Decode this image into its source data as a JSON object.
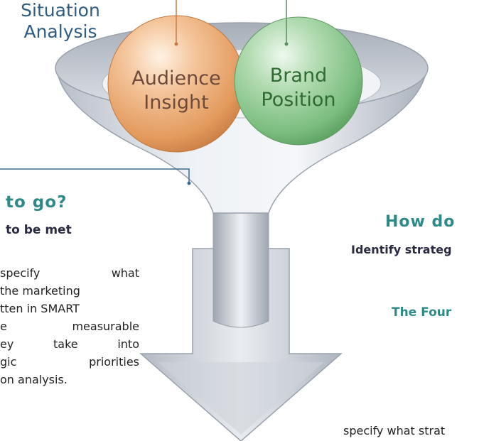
{
  "spheres": {
    "audience": {
      "line1": "Audience",
      "line2": "Insight",
      "color": "#e8a56f"
    },
    "brand": {
      "line1": "Brand",
      "line2": "Position",
      "color": "#7fbf83"
    }
  },
  "funnel": {
    "label_line1": "Situation",
    "label_line2": "Analysis",
    "color": "#c9cfd8"
  },
  "left_panel": {
    "heading": "to go?",
    "subheading": "to be met",
    "body_lines": [
      [
        "specify",
        "what"
      ],
      [
        "the marketing"
      ],
      [
        "tten in SMART"
      ],
      [
        "e",
        "measurable"
      ],
      [
        "ey",
        "take",
        "into"
      ],
      [
        "gic",
        "priorities"
      ],
      [
        "on analysis."
      ]
    ]
  },
  "right_panel": {
    "heading": "How do",
    "subheading": "Identify strateg",
    "four_ps": "The Four",
    "body": "specify what strat"
  },
  "colors": {
    "heading_teal": "#2e8a87",
    "dark_text": "#2a2a44",
    "situation_blue": "#2f5b82",
    "connector": "#c87a46"
  }
}
